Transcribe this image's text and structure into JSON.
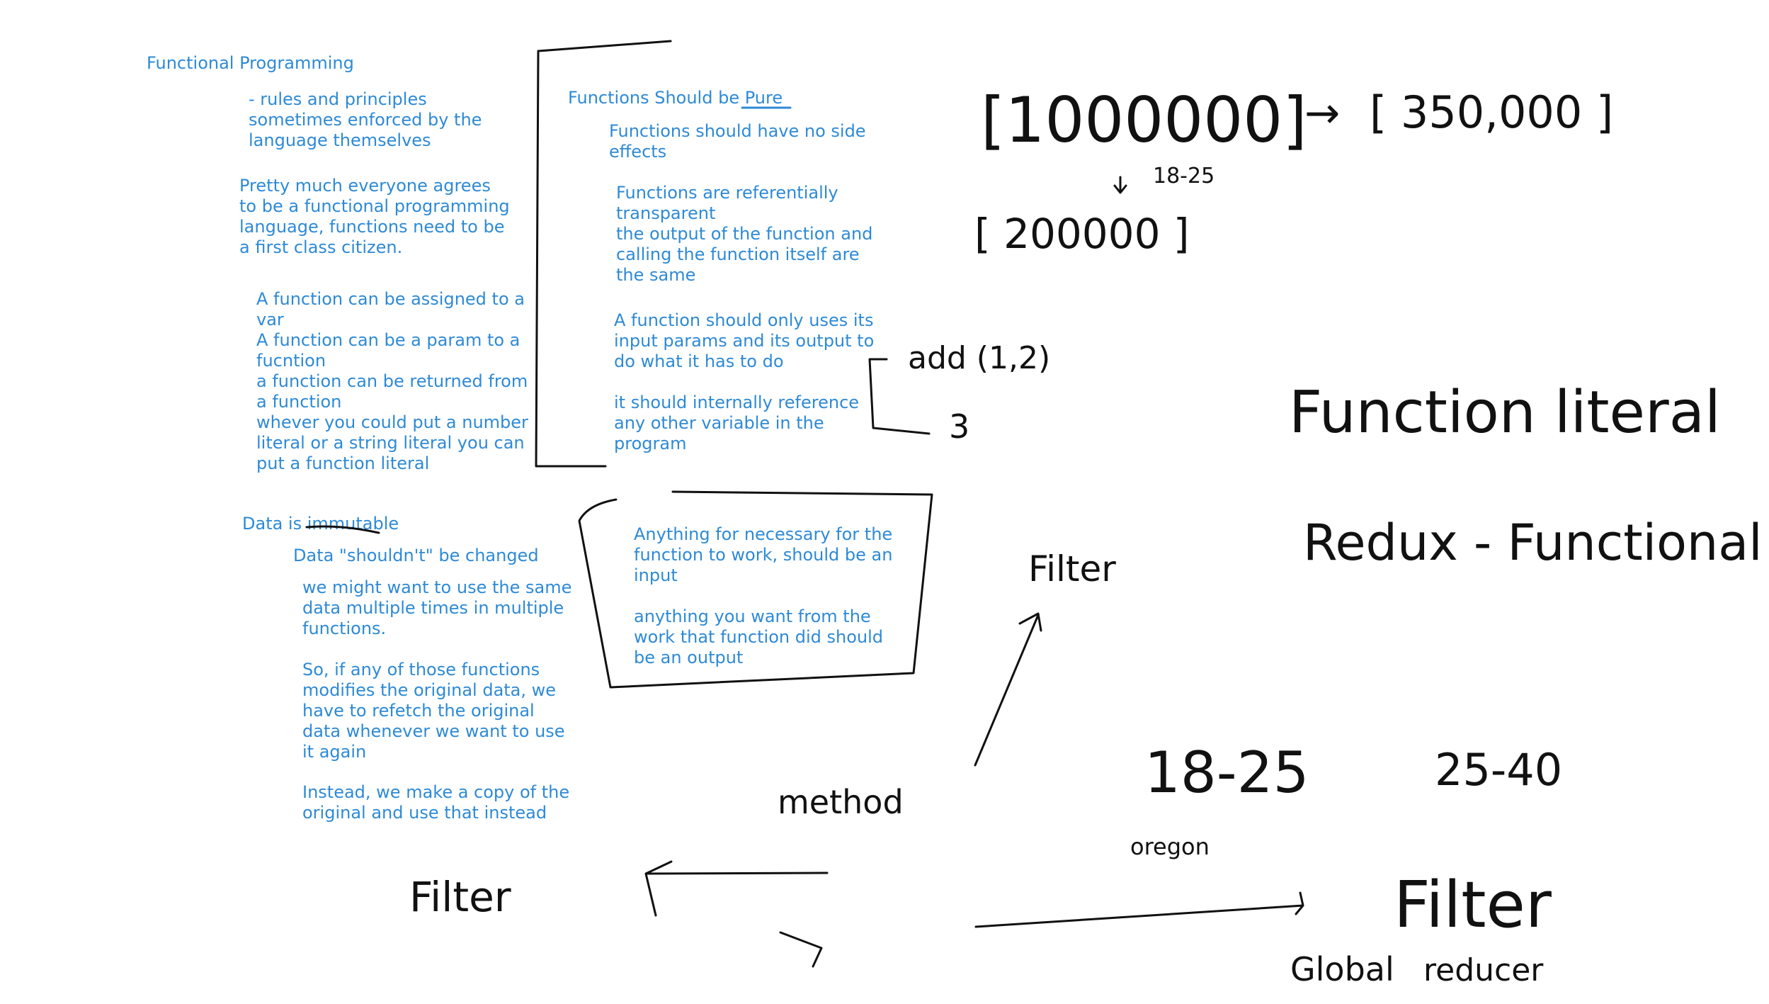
{
  "notes": {
    "title": "Functional Programming",
    "rules": "- rules and principles\nsometimes enforced by the\nlanguage themselves",
    "agree": "Pretty much everyone agrees\nto be a functional programming\nlanguage, functions need to be\na first class citizen.",
    "first_class": "A function can be assigned to a\nvar\nA function can be a param to a\nfucntion\na function can be returned from\na function\nwhever you could put a number\nliteral or a string literal you can\nput a function literal",
    "pure_heading": "Functions Should be Pure",
    "no_side_effects": "Functions should have no side\neffects",
    "referential": "Functions are referentially\ntransparent\nthe output of the function and\ncalling the function itself are\nthe same",
    "only_params": "A function should only uses its\ninput params and its output to\ndo what it has to do",
    "internal_ref": "it should internally reference\nany other variable in the\nprogram",
    "immutable_heading": "Data is immutable",
    "shouldnt_change": "Data \"shouldn't\" be changed",
    "reuse": "we might want to use the same\ndata multiple times in multiple\nfunctions.",
    "refetch": "So, if any of those functions\nmodifies the original data, we\nhave to refetch the original\ndata whenever we want to use\nit again",
    "copy": "Instead, we make a copy of the\noriginal and use that instead",
    "input_output": "Anything for necessary for the\nfunction to work, should be an\ninput",
    "output": "anything you want from the\nwork that function did should\nbe an output"
  },
  "handwriting": {
    "array_big": "[1000000]",
    "arrow_right": "→",
    "array_result": "[ 350,000 ]",
    "age_small": "18-25",
    "array_mid": "[ 200000 ]",
    "add_call": "add (1,2)",
    "add_result": "3",
    "function_literal": "Function literal",
    "redux": "Redux - Functional",
    "filter_top": "Filter",
    "age_1": "18-25",
    "age_2": "25-40",
    "method": "method",
    "oregon": "oregon",
    "filter_left": "Filter",
    "filter_right": "Filter",
    "global": "Global",
    "reducer": "reducer"
  },
  "colors": {
    "note_blue": "#2e8ad6",
    "ink": "#111111",
    "background": "#ffffff"
  }
}
